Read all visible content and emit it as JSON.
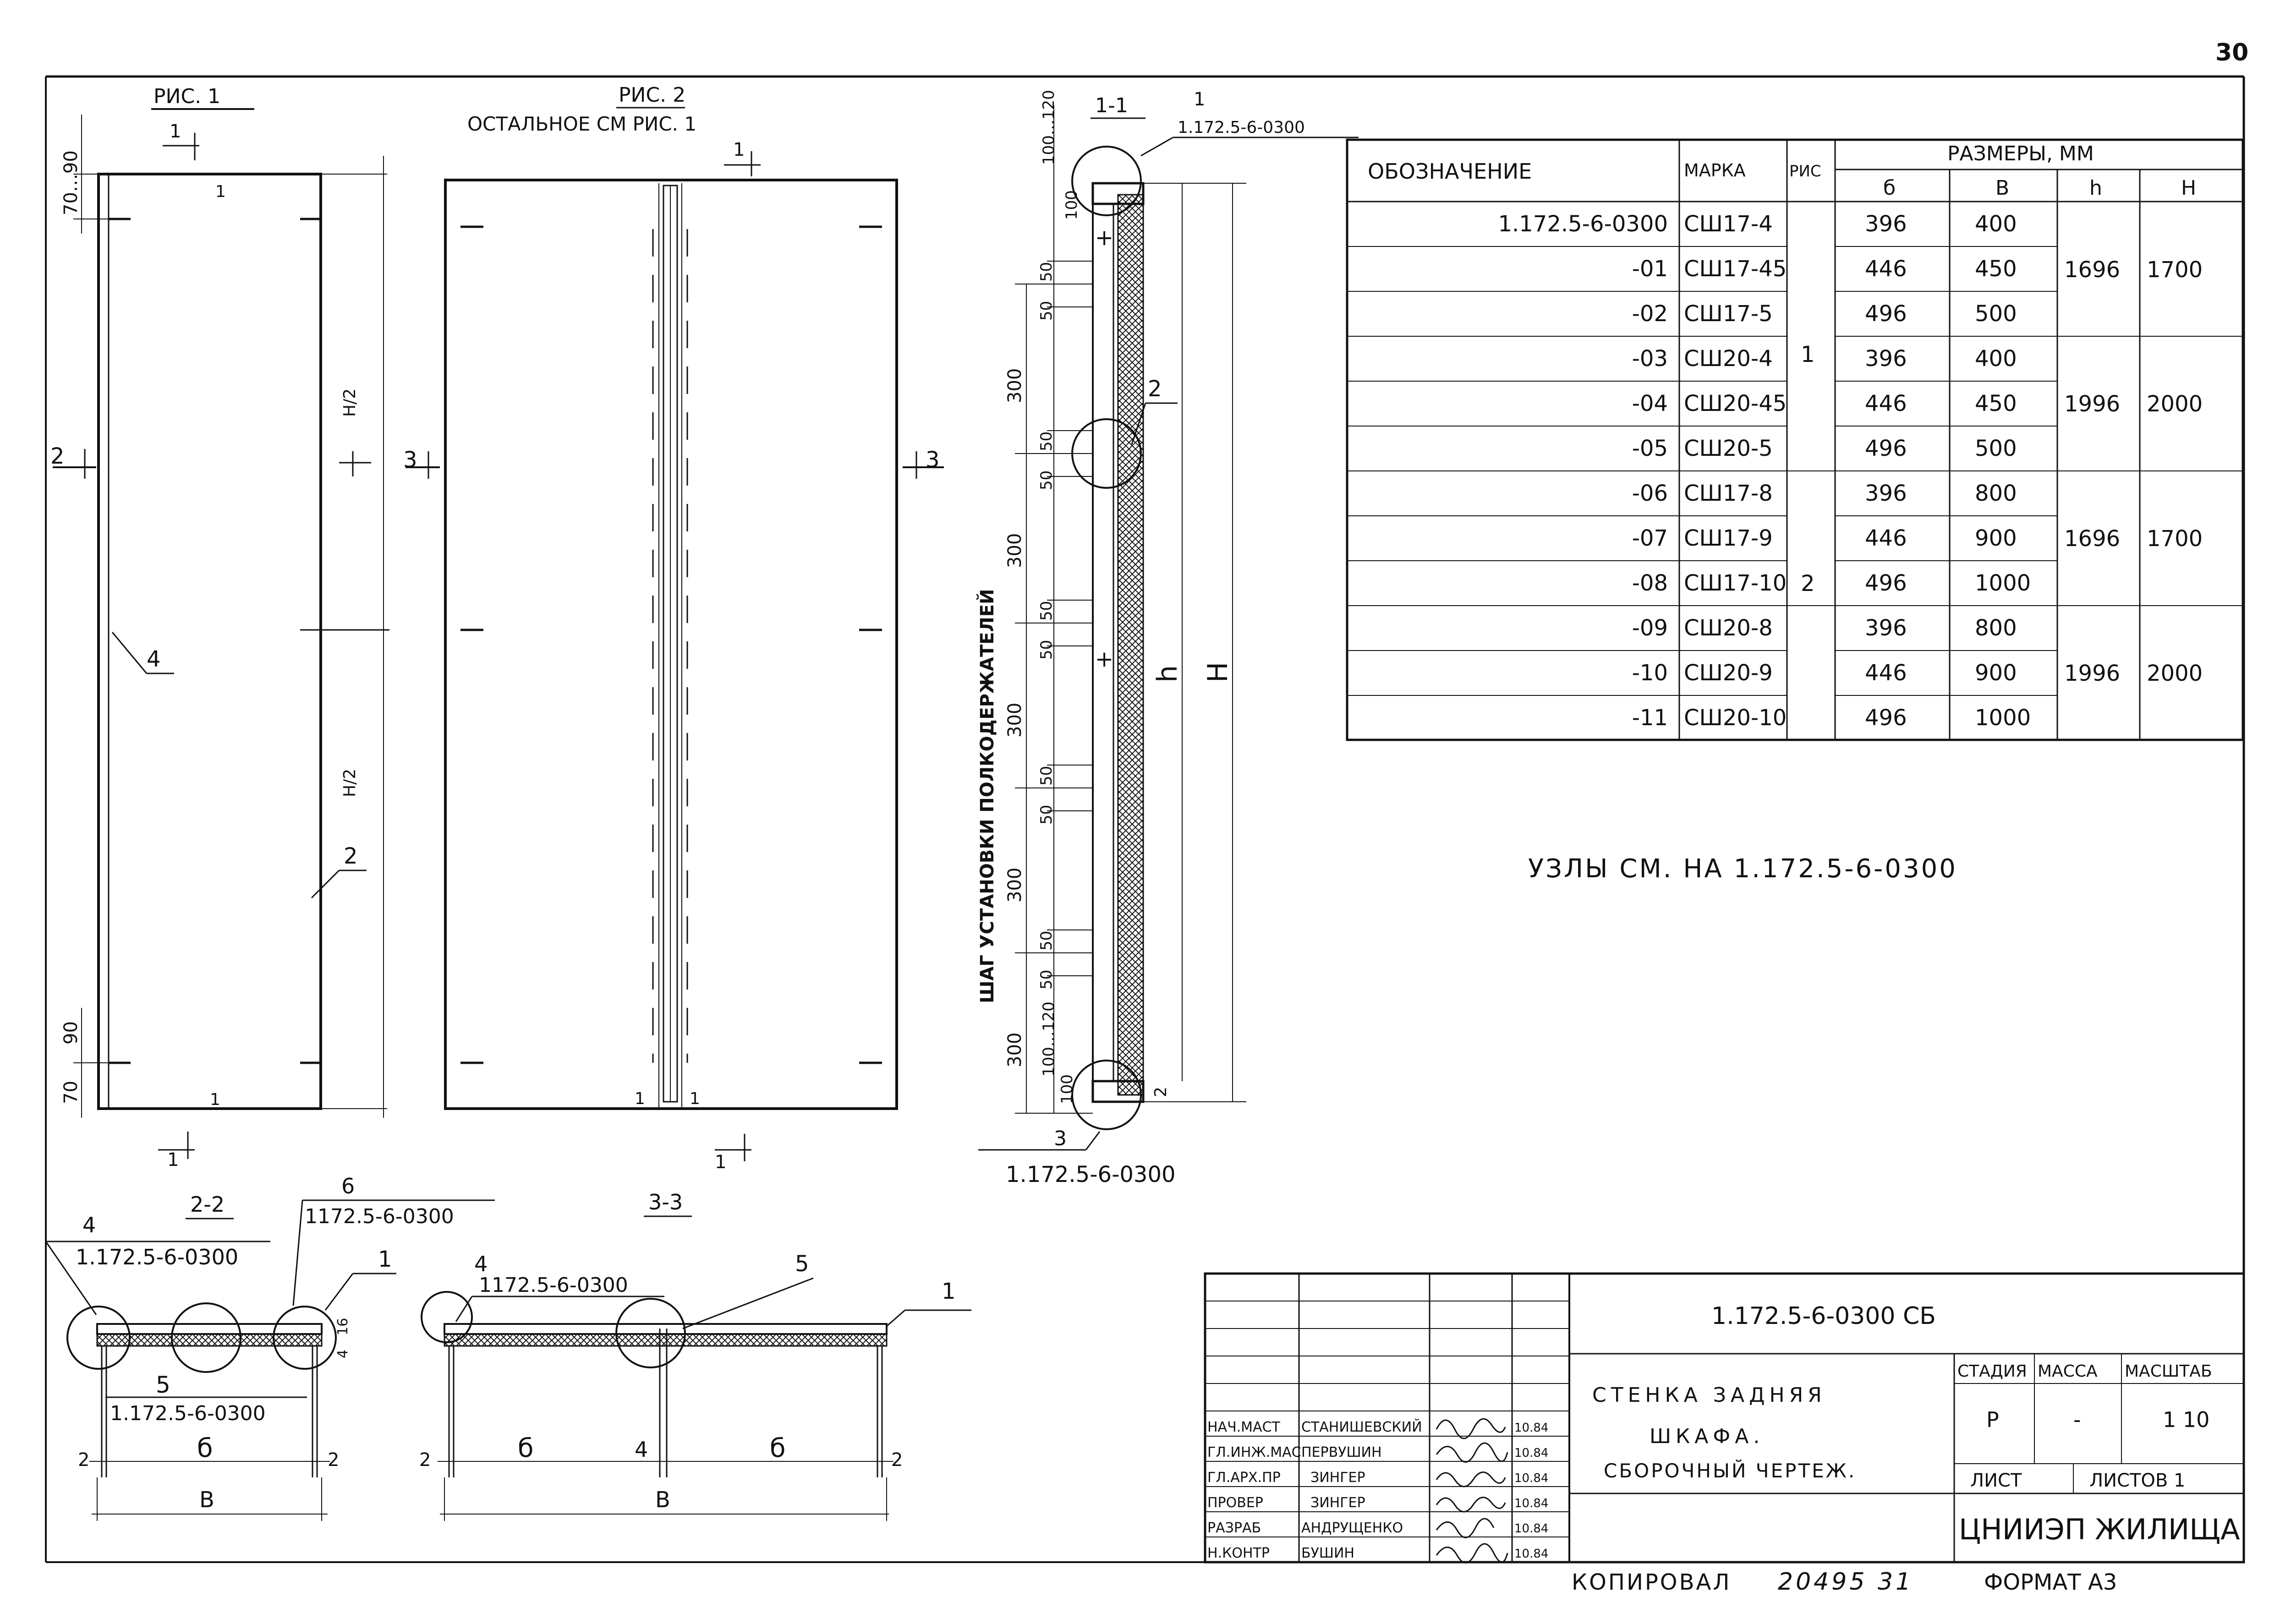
{
  "page_number": "30",
  "fig1": {
    "title": "РИС. 1",
    "section_top": "1",
    "section_bottom": "1",
    "section_side": "2",
    "dim_top": "70…90",
    "dim_bottom_a": "90",
    "dim_bottom_b": "70",
    "dim_half_1": "H/2",
    "dim_half_2": "H/2",
    "mark_left_edge": "1",
    "mark_bottom_edge": "1",
    "leader_4": "4",
    "leader_2": "2"
  },
  "fig2": {
    "title": "РИС. 2",
    "subtitle": "ОСТАЛЬНОЕ СМ РИС. 1",
    "section_top": "1",
    "section_bottom": "1",
    "section_side": "3",
    "mark_bottom_1": "1",
    "mark_bottom_2": "1"
  },
  "section_1_1": {
    "title": "1-1",
    "ref_top_num": "1",
    "ref_top_code": "1.172.5-6-0300",
    "ref_bottom_num": "3",
    "ref_bottom_code": "1.172.5-6-0300",
    "dim_top_range": "100…120",
    "dim_bottom_range": "100…120",
    "dim_top_100": "100",
    "dim_bottom_100": "100",
    "step_label": "ШАГ УСТАНОВКИ ПОЛКОДЕРЖАТЕЛЕЙ",
    "steps": [
      "300",
      "300",
      "300",
      "300",
      "300"
    ],
    "small_dims": [
      "50",
      "50",
      "50",
      "50",
      "50",
      "50",
      "50",
      "50",
      "50",
      "50"
    ],
    "leader_2": "2",
    "dim_h": "h",
    "dim_H": "H",
    "dim_bottom_2": "2"
  },
  "spec_table": {
    "header_designation": "ОБОЗНАЧЕНИЕ",
    "header_mark": "МАРКА",
    "header_fig": "РИС",
    "header_sizes": "РАЗМЕРЫ, ММ",
    "sub_headers": [
      "б",
      "В",
      "h",
      "H"
    ],
    "rows": [
      {
        "designation": "1.172.5-6-0300",
        "mark": "СШ17-4",
        "b": "396",
        "B": "400"
      },
      {
        "designation": "-01",
        "mark": "СШ17-45",
        "b": "446",
        "B": "450"
      },
      {
        "designation": "-02",
        "mark": "СШ17-5",
        "b": "496",
        "B": "500"
      },
      {
        "designation": "-03",
        "mark": "СШ20-4",
        "b": "396",
        "B": "400"
      },
      {
        "designation": "-04",
        "mark": "СШ20-45",
        "b": "446",
        "B": "450"
      },
      {
        "designation": "-05",
        "mark": "СШ20-5",
        "b": "496",
        "B": "500"
      },
      {
        "designation": "-06",
        "mark": "СШ17-8",
        "b": "396",
        "B": "800"
      },
      {
        "designation": "-07",
        "mark": "СШ17-9",
        "b": "446",
        "B": "900"
      },
      {
        "designation": "-08",
        "mark": "СШ17-10",
        "b": "496",
        "B": "1000"
      },
      {
        "designation": "-09",
        "mark": "СШ20-8",
        "b": "396",
        "B": "800"
      },
      {
        "designation": "-10",
        "mark": "СШ20-9",
        "b": "446",
        "B": "900"
      },
      {
        "designation": "-11",
        "mark": "СШ20-10",
        "b": "496",
        "B": "1000"
      }
    ],
    "fig_groups": [
      "1",
      "2"
    ],
    "h_groups": [
      "1696",
      "1996",
      "1696",
      "1996"
    ],
    "H_groups": [
      "1700",
      "2000",
      "1700",
      "2000"
    ]
  },
  "note": "УЗЛЫ СМ. НА 1.172.5-6-0300",
  "section_2_2": {
    "title": "2-2",
    "ref_4_num": "4",
    "ref_4_code": "1.172.5-6-0300",
    "ref_6_num": "6",
    "ref_6_code": "1172.5-6-0300",
    "ref_1_num": "1",
    "ref_5_num": "5",
    "ref_5_code": "1.172.5-6-0300",
    "dim_b": "б",
    "dim_B": "В",
    "dim_2_left": "2",
    "dim_2_right": "2",
    "dim_side_1": "16",
    "dim_side_2": "4"
  },
  "section_3_3": {
    "title": "3-3",
    "ref_4_num": "4",
    "ref_4_code": "1172.5-6-0300",
    "ref_5_num": "5",
    "ref_1_num": "1",
    "dim_b_left": "б",
    "dim_4": "4",
    "dim_b_right": "б",
    "dim_B": "В",
    "dim_2_left": "2",
    "dim_2_right": "2"
  },
  "title_block": {
    "doc_code": "1.172.5-6-0300 СБ",
    "title_line1": "СТЕНКА ЗАДНЯЯ",
    "title_line2": "ШКАФА.",
    "title_line3": "СБОРОЧНЫЙ ЧЕРТЕЖ.",
    "stage_label": "СТАДИЯ",
    "mass_label": "МАССА",
    "scale_label": "МАСШТАБ",
    "stage_value": "Р",
    "mass_value": "-",
    "scale_value": "1 10",
    "sheet_label": "ЛИСТ",
    "sheets_label": "ЛИСТОВ 1",
    "org": "ЦНИИЭП ЖИЛИЩА",
    "roles": [
      {
        "role": "НАЧ.МАСТ",
        "name": "СТАНИШЕВСКИЙ",
        "date": "10.84"
      },
      {
        "role": "ГЛ.ИНЖ.МАС",
        "name": "ПЕРВУШИН",
        "date": "10.84"
      },
      {
        "role": "ГЛ.АРХ.ПР",
        "name": "ЗИНГЕР",
        "date": "10.84"
      },
      {
        "role": "ПРОВЕР",
        "name": "ЗИНГЕР",
        "date": "10.84"
      },
      {
        "role": "РАЗРАБ",
        "name": "АНДРУЩЕНКО",
        "date": "10.84"
      },
      {
        "role": "Н.КОНТР",
        "name": "БУШИН",
        "date": "10.84"
      }
    ]
  },
  "footer": {
    "copied": "КОПИРОВАЛ",
    "number": "20495 31",
    "format": "ФОРМАТ А3"
  }
}
